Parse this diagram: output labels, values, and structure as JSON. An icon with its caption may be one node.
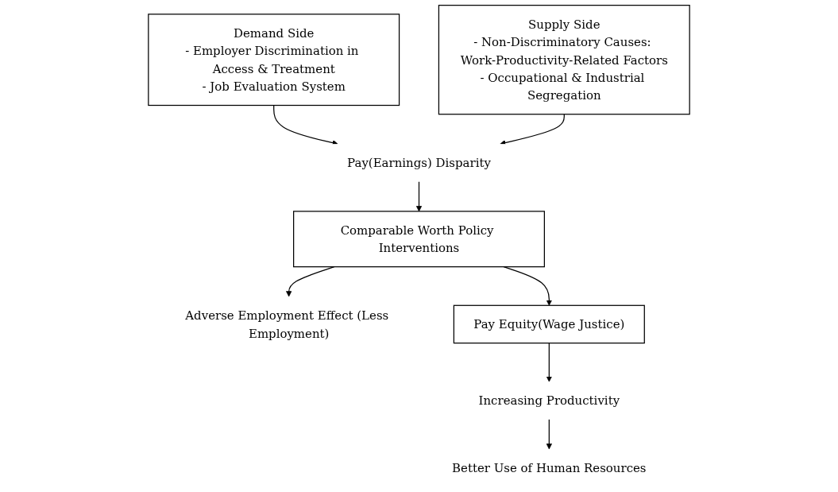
{
  "diagram": {
    "nodes": [
      {
        "text": [
          "Demand Side",
          "- Employer Discrimination in Access & Treatment",
          "- Job Evaluation System"
        ]
      },
      {
        "text": [
          "Supply Side",
          "- Non-Discriminatory Causes: Work-Productivity-Related Factors",
          "- Occupational & Industrial Segregation"
        ]
      },
      {
        "text": [
          "Pay(Earnings) Disparity"
        ]
      },
      {
        "text": [
          "Comparable Worth Policy Interventions"
        ]
      },
      {
        "text": [
          "Adverse Employment Effect (Less Employment)"
        ]
      },
      {
        "text": [
          "Pay Equity(Wage Justice)"
        ]
      },
      {
        "text": [
          "Increasing Productivity"
        ]
      },
      {
        "text": [
          "Better Use of Human Resources"
        ]
      }
    ],
    "edges": [
      {
        "from": 0,
        "to": 2,
        "arrow": "to"
      },
      {
        "from": 1,
        "to": 2,
        "arrow": "to"
      },
      {
        "from": 2,
        "to": 3,
        "arrow": "to"
      },
      {
        "from": 3,
        "to": 4,
        "arrow": "to"
      },
      {
        "from": 3,
        "to": 5,
        "arrow": "to"
      },
      {
        "from": 5,
        "to": 6,
        "arrow": "to"
      },
      {
        "from": 6,
        "to": 7,
        "arrow": "to"
      }
    ]
  }
}
